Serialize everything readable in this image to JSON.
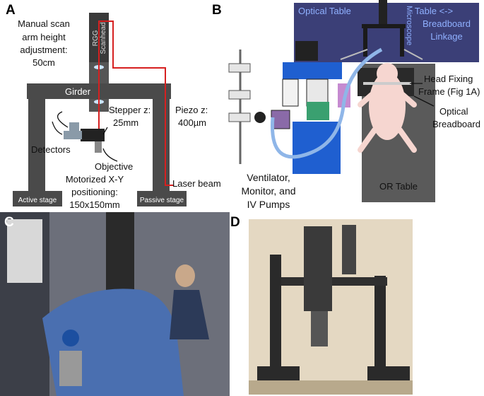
{
  "panels": {
    "a": {
      "letter": "A",
      "scan_arm_label": [
        "Manual scan",
        "arm height",
        "adjustment:",
        "50cm"
      ],
      "scanhead_label": [
        "RGG",
        "Scanhead"
      ],
      "girder_label": "Girder",
      "stepper_label": [
        "Stepper z:",
        "25mm"
      ],
      "piezo_label": [
        "Piezo z:",
        "400µm"
      ],
      "detectors_label": "Detectors",
      "objective_label": "Objective",
      "laser_label": "Laser beam",
      "xy_label": [
        "Motorized X-Y",
        "positioning:",
        "150x150mm"
      ],
      "active_stage_label": "Active stage",
      "passive_stage_label": "Passive stage"
    },
    "b": {
      "letter": "B",
      "optical_table_label": "Optical Table",
      "microscope_label": "Microscope",
      "linkage_label": [
        "Table <->",
        "Breadboard",
        "Linkage"
      ],
      "head_frame_label": [
        "Head Fixing",
        "Frame (Fig 1A)"
      ],
      "breadboard_label": [
        "Optical",
        "Breadboard"
      ],
      "ventilator_label": [
        "Ventilator,",
        "Monitor, and",
        "IV Pumps"
      ],
      "or_table_label": "OR Table"
    },
    "c": {
      "letter": "C"
    },
    "d": {
      "letter": "D"
    }
  },
  "colors": {
    "laser": "#d62020",
    "girder": "#4a4a4a",
    "optical_table": "#3b3f77",
    "optical_table_text": "#8fb0ff",
    "tubing": "#8fb6e8",
    "or_table": "#5a5a5a",
    "monitor_blue": "#1f5fd0"
  }
}
